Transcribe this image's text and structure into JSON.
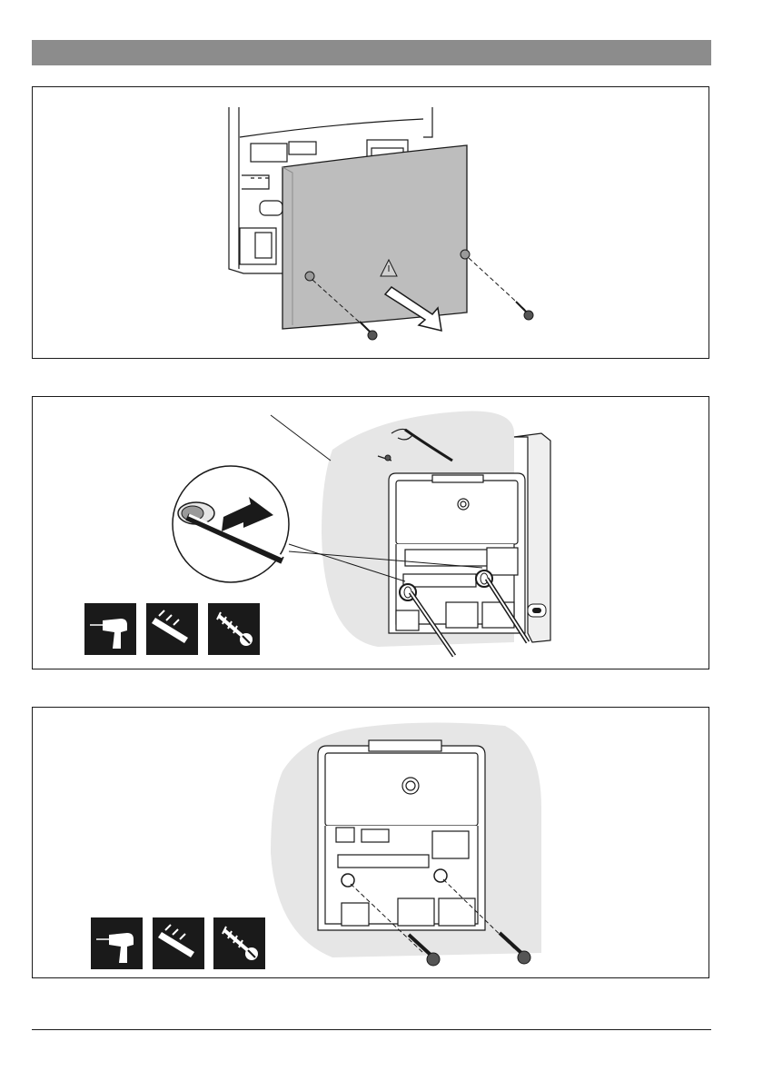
{
  "header": {
    "title": ""
  },
  "figures": [
    {
      "id": "fig1",
      "subject": "remove-cover"
    },
    {
      "id": "fig2",
      "subject": "mark-drill-holes",
      "tools": [
        "drill-icon",
        "wall-plug-icon",
        "screw-icon"
      ]
    },
    {
      "id": "fig3",
      "subject": "screw-base-to-wall",
      "tools": [
        "drill-icon",
        "wall-plug-icon",
        "screw-icon"
      ]
    }
  ],
  "footer": {
    "text": ""
  },
  "colors": {
    "header_bar": "#8c8c8c",
    "cover": "#bdbdbd",
    "wall": "#e6e6e6",
    "tool_bg": "#1a1a1a",
    "line": "#1a1a1a"
  }
}
